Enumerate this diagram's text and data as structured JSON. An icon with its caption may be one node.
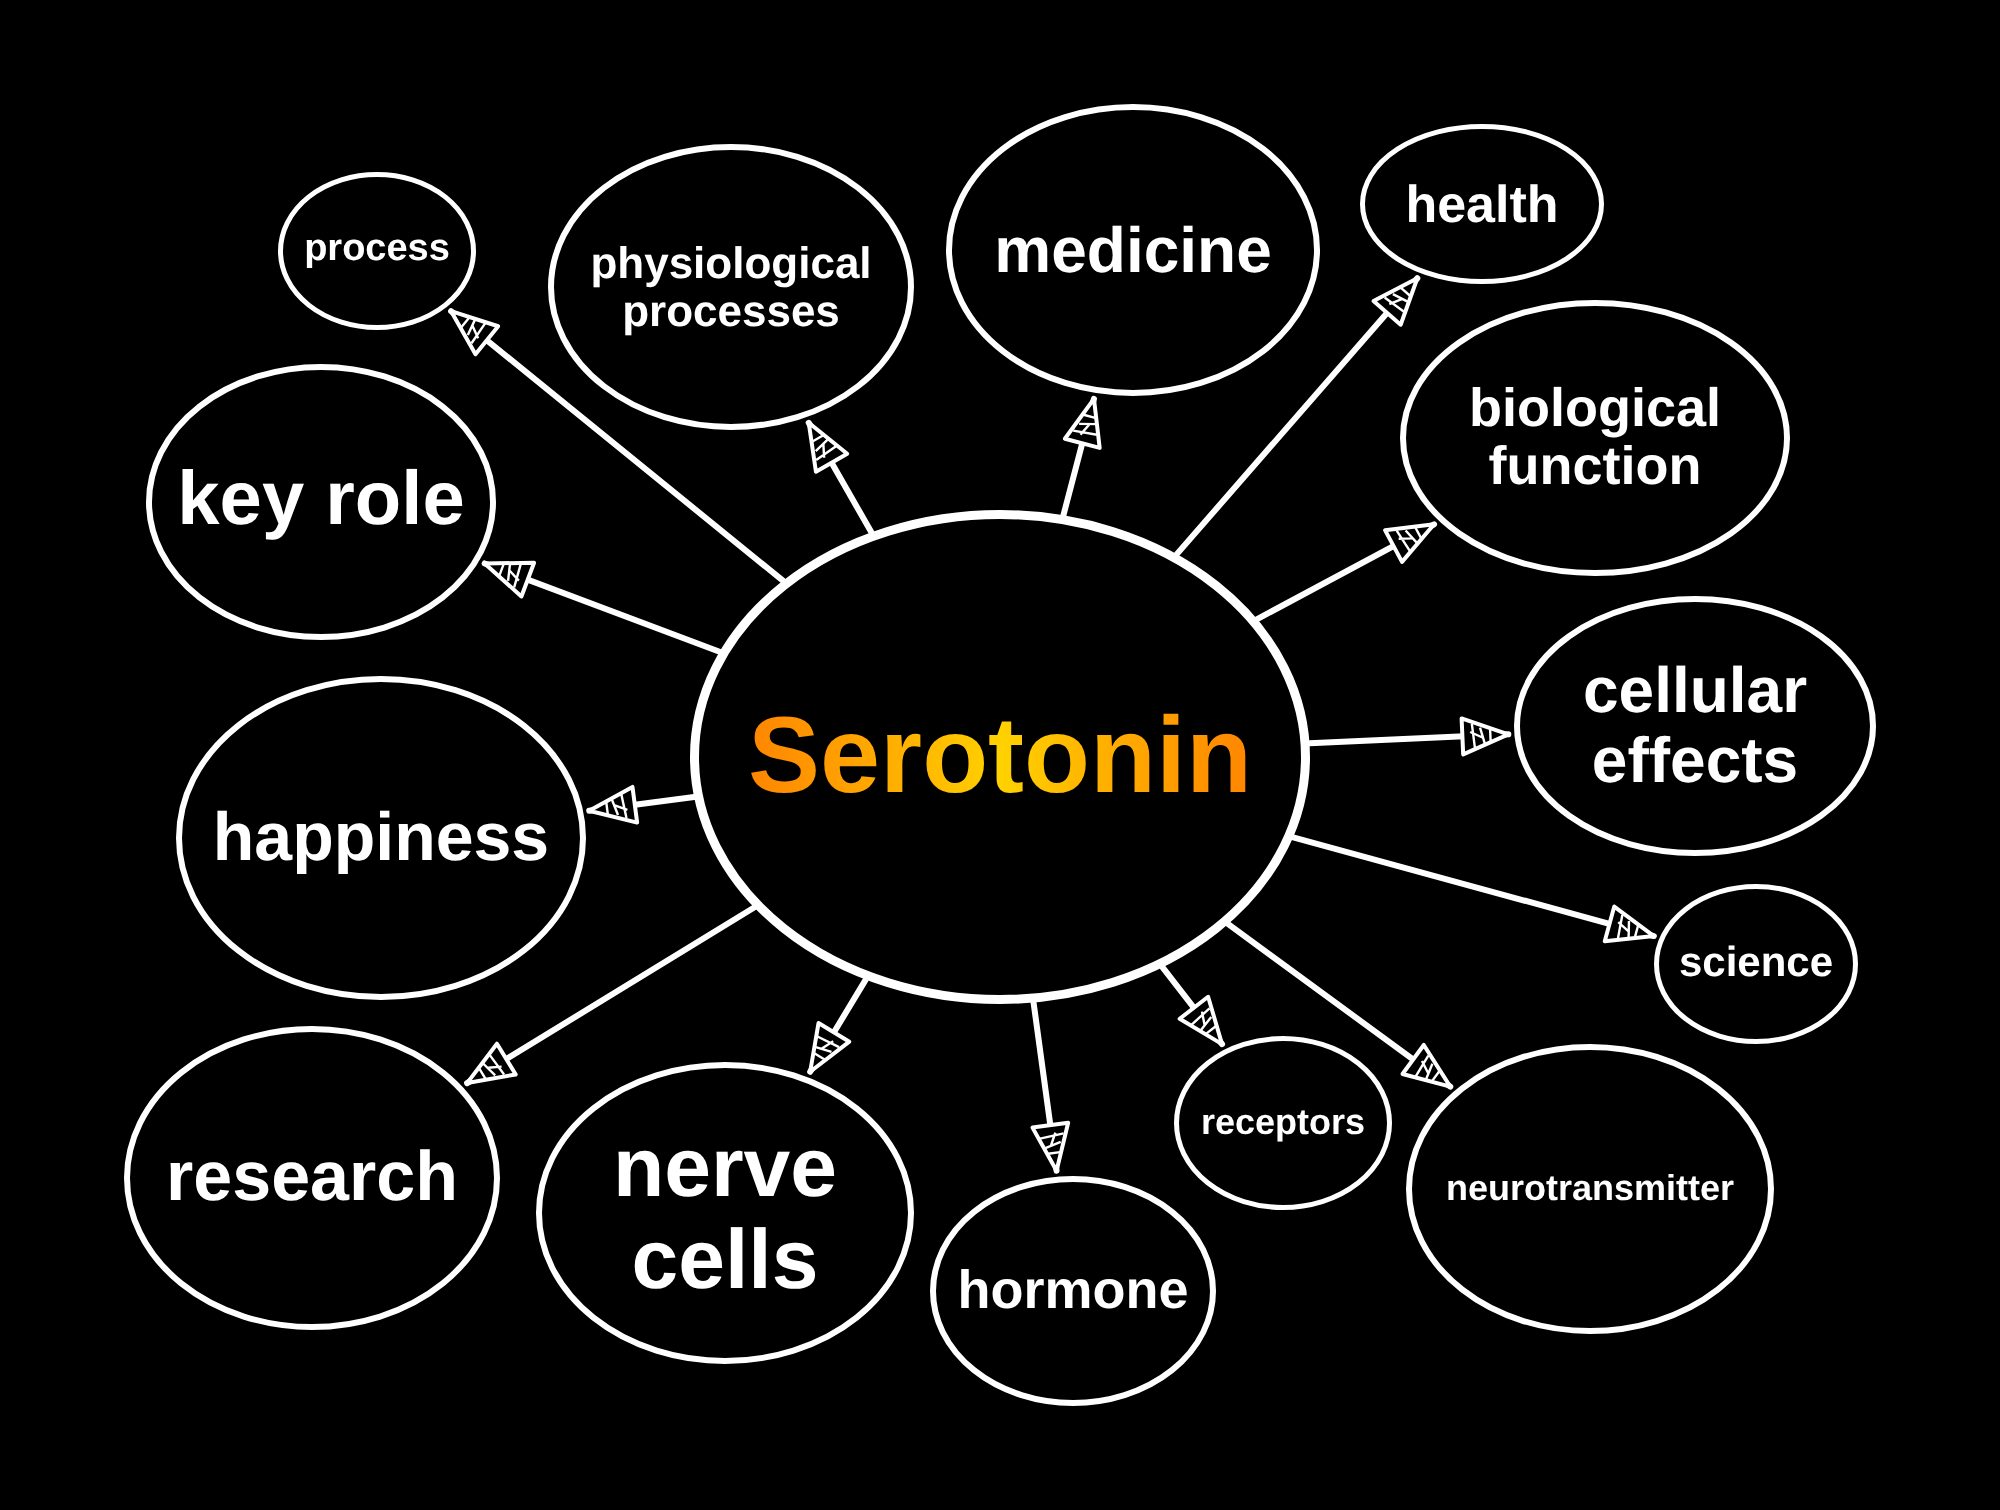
{
  "diagram": {
    "nodes": [
      {
        "text": [
          "Serotonin"
        ]
      },
      {
        "text": [
          "process"
        ]
      },
      {
        "text": [
          "physiological processes"
        ]
      },
      {
        "text": [
          "medicine"
        ]
      },
      {
        "text": [
          "health"
        ]
      },
      {
        "text": [
          "biological function"
        ]
      },
      {
        "text": [
          "key role"
        ]
      },
      {
        "text": [
          "happiness"
        ]
      },
      {
        "text": [
          "cellular effects"
        ]
      },
      {
        "text": [
          "science"
        ]
      },
      {
        "text": [
          "research"
        ]
      },
      {
        "text": [
          "nerve cells"
        ]
      },
      {
        "text": [
          "receptors"
        ]
      },
      {
        "text": [
          "neurotransmitter"
        ]
      },
      {
        "text": [
          "hormone"
        ]
      }
    ],
    "edges": [
      {
        "from": 0,
        "to": 1,
        "arrow": "to"
      },
      {
        "from": 0,
        "to": 2,
        "arrow": "to"
      },
      {
        "from": 0,
        "to": 3,
        "arrow": "to"
      },
      {
        "from": 0,
        "to": 4,
        "arrow": "to"
      },
      {
        "from": 0,
        "to": 5,
        "arrow": "to"
      },
      {
        "from": 0,
        "to": 6,
        "arrow": "to"
      },
      {
        "from": 0,
        "to": 7,
        "arrow": "to"
      },
      {
        "from": 0,
        "to": 8,
        "arrow": "to"
      },
      {
        "from": 0,
        "to": 9,
        "arrow": "to"
      },
      {
        "from": 0,
        "to": 10,
        "arrow": "to"
      },
      {
        "from": 0,
        "to": 11,
        "arrow": "to"
      },
      {
        "from": 0,
        "to": 12,
        "arrow": "to"
      },
      {
        "from": 0,
        "to": 13,
        "arrow": "to"
      },
      {
        "from": 0,
        "to": 14,
        "arrow": "to"
      }
    ]
  }
}
